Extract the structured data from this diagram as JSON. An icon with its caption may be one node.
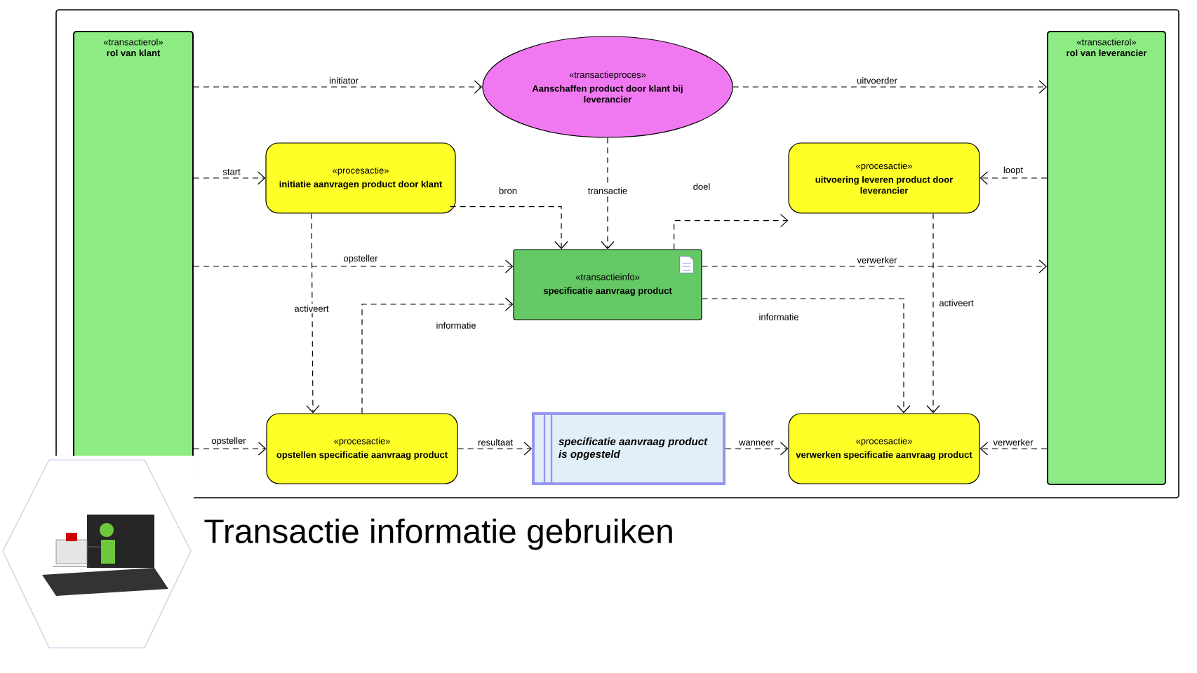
{
  "diagram": {
    "title": "Transactie informatie gebruiken",
    "nodes": [
      {
        "text": [
          "«transactierol»",
          "rol van klant"
        ]
      },
      {
        "text": [
          "«transactieproces»",
          "Aanschaffen product door klant bij leverancier"
        ]
      },
      {
        "text": [
          "«transactierol»",
          "rol van leverancier"
        ]
      },
      {
        "text": [
          "«procesactie»",
          "initiatie aanvragen product door klant"
        ]
      },
      {
        "text": [
          "«procesactie»",
          "uitvoering leveren product door leverancier"
        ]
      },
      {
        "text": [
          "«transactieinfo»",
          "specificatie aanvraag product"
        ]
      },
      {
        "text": [
          "«procesactie»",
          "opstellen specificatie aanvraag product"
        ]
      },
      {
        "text": [
          "specificatie aanvraag product is opgesteld"
        ]
      },
      {
        "text": [
          "«procesactie»",
          "verwerken specificatie aanvraag product"
        ]
      }
    ],
    "edges": [
      {
        "from": 0,
        "to": 1,
        "arrow": "to",
        "label": "initiator",
        "style": "dashed"
      },
      {
        "from": 1,
        "to": 2,
        "arrow": "to",
        "label": "uitvoerder",
        "style": "dashed"
      },
      {
        "from": 0,
        "to": 3,
        "arrow": "to",
        "label": "start",
        "style": "dashed"
      },
      {
        "from": 2,
        "to": 4,
        "arrow": "to",
        "label": "loopt",
        "style": "dashed"
      },
      {
        "from": 3,
        "to": 5,
        "arrow": "to",
        "label": "bron",
        "style": "dashed"
      },
      {
        "from": 1,
        "to": 5,
        "arrow": "to",
        "label": "transactie",
        "style": "dashed"
      },
      {
        "from": 5,
        "to": 4,
        "arrow": "to",
        "label": "doel",
        "style": "dashed"
      },
      {
        "from": 0,
        "to": 5,
        "arrow": "to",
        "label": "opsteller",
        "style": "dashed"
      },
      {
        "from": 5,
        "to": 2,
        "arrow": "to",
        "label": "verwerker",
        "style": "dashed"
      },
      {
        "from": 3,
        "to": 6,
        "arrow": "to",
        "label": "activeert",
        "style": "dashed"
      },
      {
        "from": 6,
        "to": 5,
        "arrow": "to",
        "label": "informatie",
        "style": "dashed"
      },
      {
        "from": 5,
        "to": 8,
        "arrow": "to",
        "label": "informatie",
        "style": "dashed"
      },
      {
        "from": 4,
        "to": 8,
        "arrow": "to",
        "label": "activeert",
        "style": "dashed"
      },
      {
        "from": 0,
        "to": 6,
        "arrow": "to",
        "label": "opsteller",
        "style": "dashed"
      },
      {
        "from": 6,
        "to": 7,
        "arrow": "to",
        "label": "resultaat",
        "style": "dashed"
      },
      {
        "from": 7,
        "to": 8,
        "arrow": "to",
        "label": "wanneer",
        "style": "dashed"
      },
      {
        "from": 2,
        "to": 8,
        "arrow": "to",
        "label": "verwerker",
        "style": "dashed"
      }
    ]
  }
}
